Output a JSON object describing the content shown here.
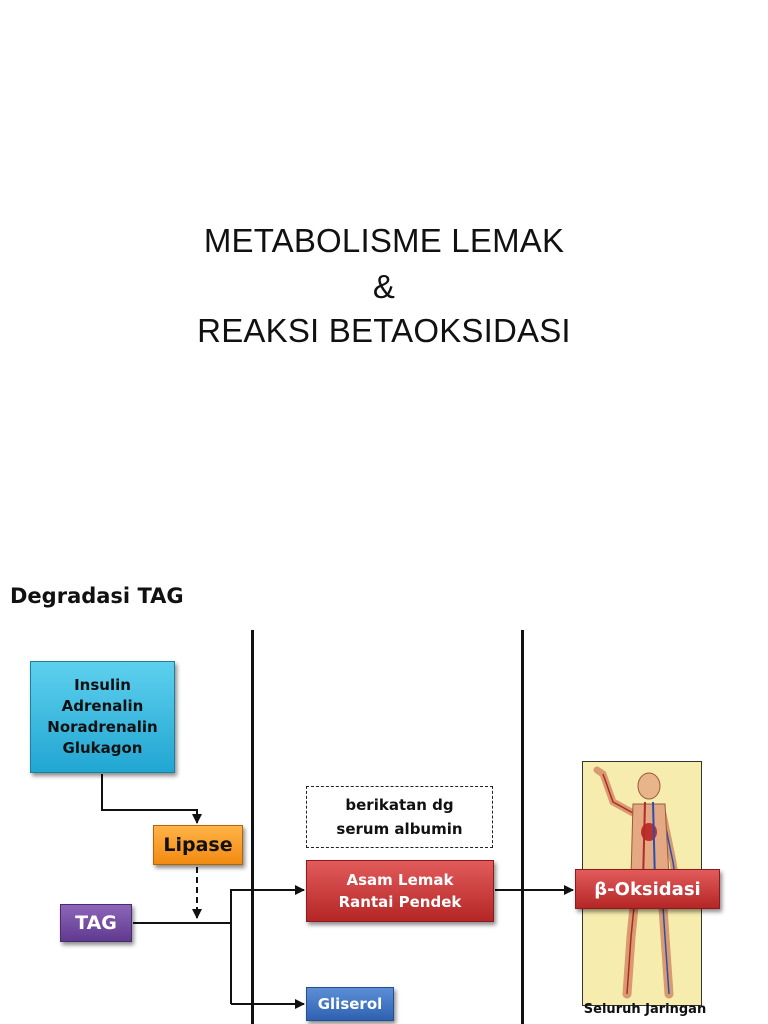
{
  "slide1": {
    "title_lines": [
      "METABOLISME LEMAK",
      "&",
      "REAKSI BETAOKSIDASI"
    ]
  },
  "slide2": {
    "heading": "Degradasi TAG",
    "hormones": [
      "Insulin",
      "Adrenalin",
      "Noradrenalin",
      "Glukagon"
    ],
    "lipase": "Lipase",
    "tag": "TAG",
    "binding_note": [
      "berikatan dg",
      "serum albumin"
    ],
    "fatty_acid": [
      "Asam Lemak",
      "Rantai Pendek"
    ],
    "glycerol": "Gliserol",
    "beta_oxidation": "β-Oksidasi",
    "tissue_caption": "Seluruh Jaringan",
    "colors": {
      "hormones_box": "#21a6d2",
      "lipase_box": "#f28a12",
      "tag_box": "#5f3a8f",
      "fatty_acid_box": "#b52626",
      "glycerol_box": "#2e62b0",
      "beta_box": "#b52626",
      "body_panel": "#f5ecae"
    }
  }
}
